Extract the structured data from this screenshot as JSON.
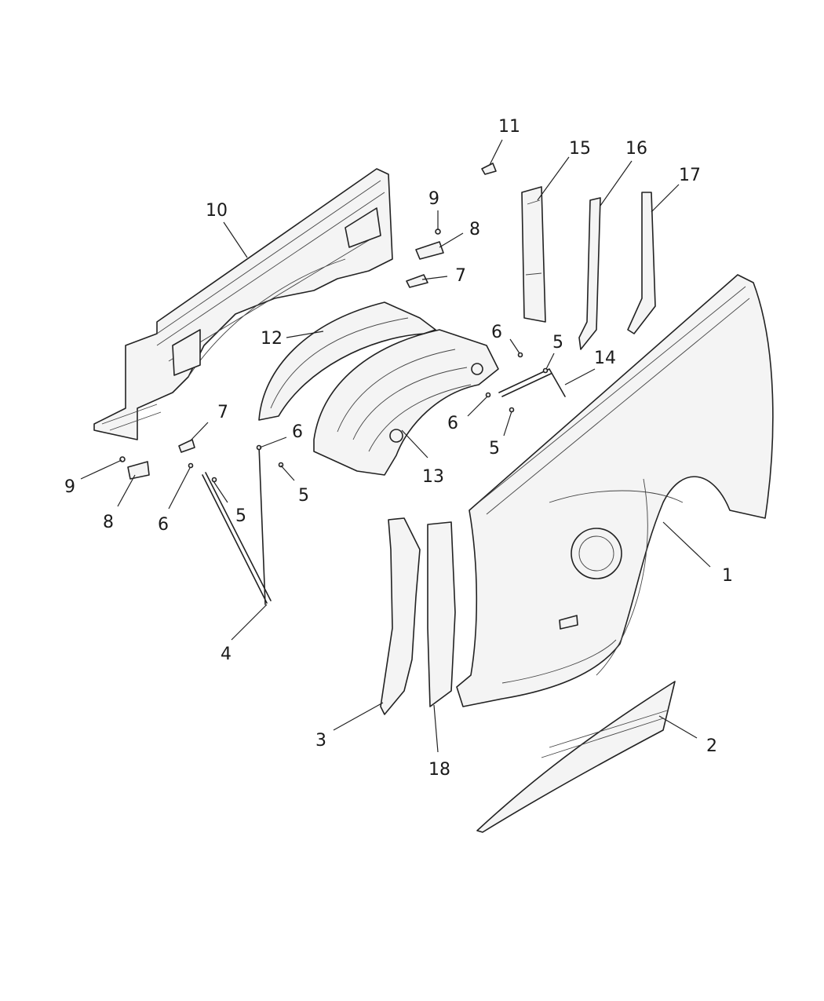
{
  "diagram": {
    "callouts": {
      "c1": "1",
      "c2": "2",
      "c3": "3",
      "c4": "4",
      "c5a": "5",
      "c5b": "5",
      "c5c": "5",
      "c5d": "5",
      "c6a": "6",
      "c6b": "6",
      "c6c": "6",
      "c6d": "6",
      "c7a": "7",
      "c7b": "7",
      "c8a": "8",
      "c8b": "8",
      "c9a": "9",
      "c9b": "9",
      "c10": "10",
      "c11": "11",
      "c12": "12",
      "c13": "13",
      "c14": "14",
      "c15": "15",
      "c16": "16",
      "c17": "17",
      "c18": "18"
    }
  }
}
